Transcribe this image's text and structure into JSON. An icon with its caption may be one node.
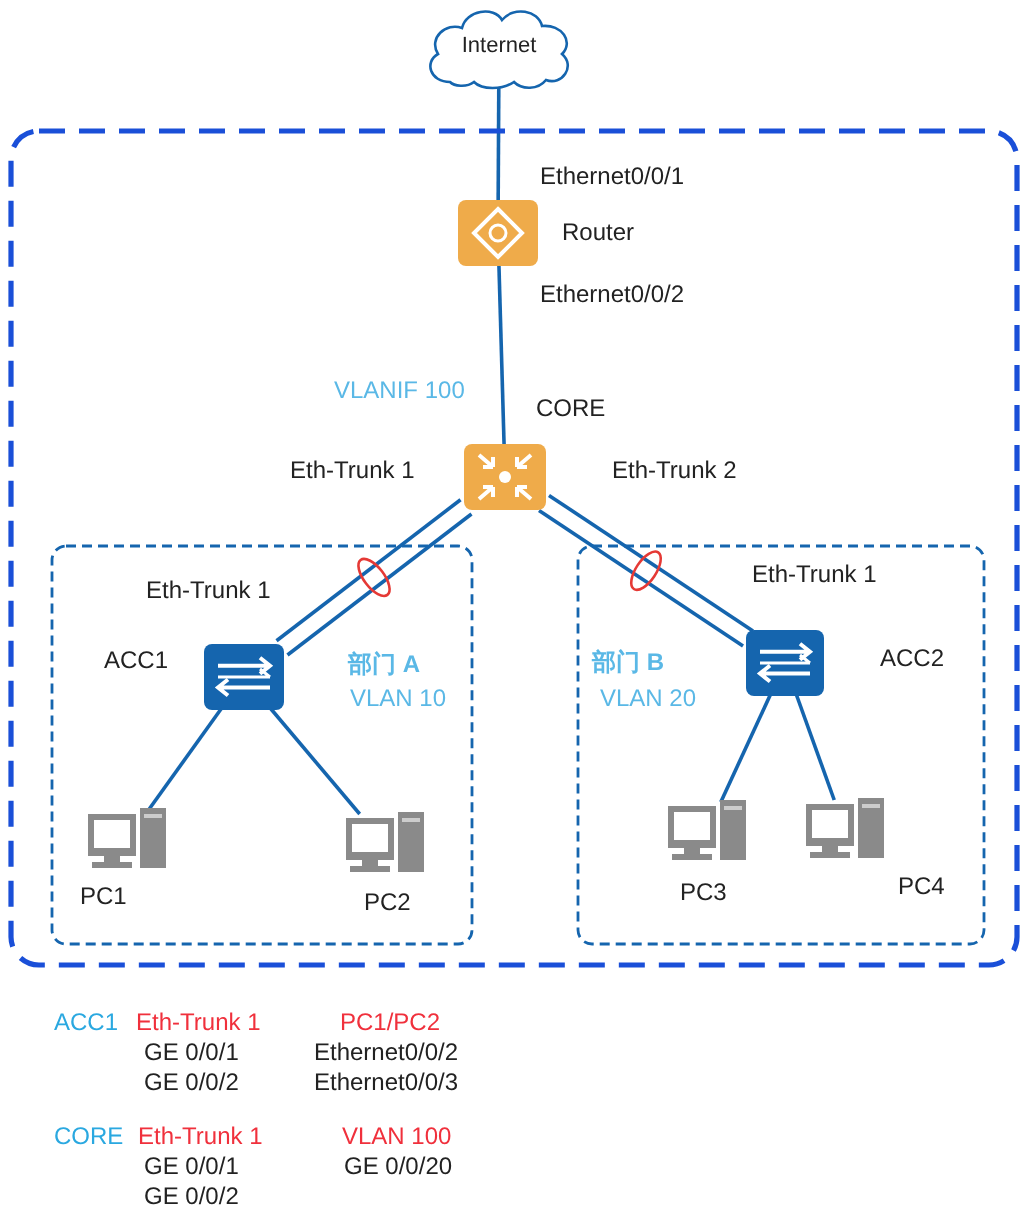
{
  "diagram": {
    "nodes": [
      {
        "text": [],
        "shape": "box"
      },
      {
        "text": [
          "Internet"
        ]
      },
      {
        "text": [],
        "shape": "router",
        "beside": [
          "Router"
        ],
        "in": 0
      },
      {
        "text": [],
        "shape": "switch",
        "beside": [
          "CORE"
        ],
        "in": 0
      },
      {
        "text": [
          "部门 A",
          "VLAN 10"
        ],
        "in": 0
      },
      {
        "text": [],
        "shape": "switch",
        "beside": [
          "ACC1"
        ],
        "in": 4
      },
      {
        "text": [],
        "shape": "computer",
        "beside": [
          "PC1"
        ],
        "in": 4
      },
      {
        "text": [],
        "shape": "computer",
        "beside": [
          "PC2"
        ],
        "in": 4
      },
      {
        "text": [
          "部门 B",
          "VLAN 20"
        ],
        "in": 0
      },
      {
        "text": [],
        "shape": "switch",
        "beside": [
          "ACC2"
        ],
        "in": 8
      },
      {
        "text": [],
        "shape": "computer",
        "beside": [
          "PC3"
        ],
        "in": 8
      },
      {
        "text": [],
        "shape": "computer",
        "beside": [
          "PC4"
        ],
        "in": 8
      }
    ],
    "edges": [
      {
        "from": 1,
        "to": 2,
        "arrow": "none"
      },
      {
        "from": 2,
        "to": 3,
        "arrow": "none"
      },
      {
        "from": 3,
        "to": 5,
        "arrow": "none"
      },
      {
        "from": 3,
        "to": 5,
        "arrow": "none"
      },
      {
        "from": 3,
        "to": 9,
        "arrow": "none"
      },
      {
        "from": 3,
        "to": 9,
        "arrow": "none"
      },
      {
        "from": 5,
        "to": 6,
        "arrow": "none"
      },
      {
        "from": 5,
        "to": 7,
        "arrow": "none"
      },
      {
        "from": 9,
        "to": 10,
        "arrow": "none"
      },
      {
        "from": 9,
        "to": 11,
        "arrow": "none"
      }
    ],
    "labels": [
      "Ethernet0/0/1",
      "Ethernet0/0/2",
      "VLANIF 100",
      "Eth-Trunk 1",
      "Eth-Trunk 2",
      "Eth-Trunk 1",
      "Eth-Trunk 1",
      "ACC1",
      "Eth-Trunk 1",
      "PC1/PC2",
      "GE 0/0/1",
      "Ethernet0/0/2",
      "GE 0/0/2",
      "Ethernet0/0/3",
      "CORE",
      "Eth-Trunk 1",
      "VLAN 100",
      "GE 0/0/1",
      "GE 0/0/20",
      "GE 0/0/2"
    ]
  }
}
